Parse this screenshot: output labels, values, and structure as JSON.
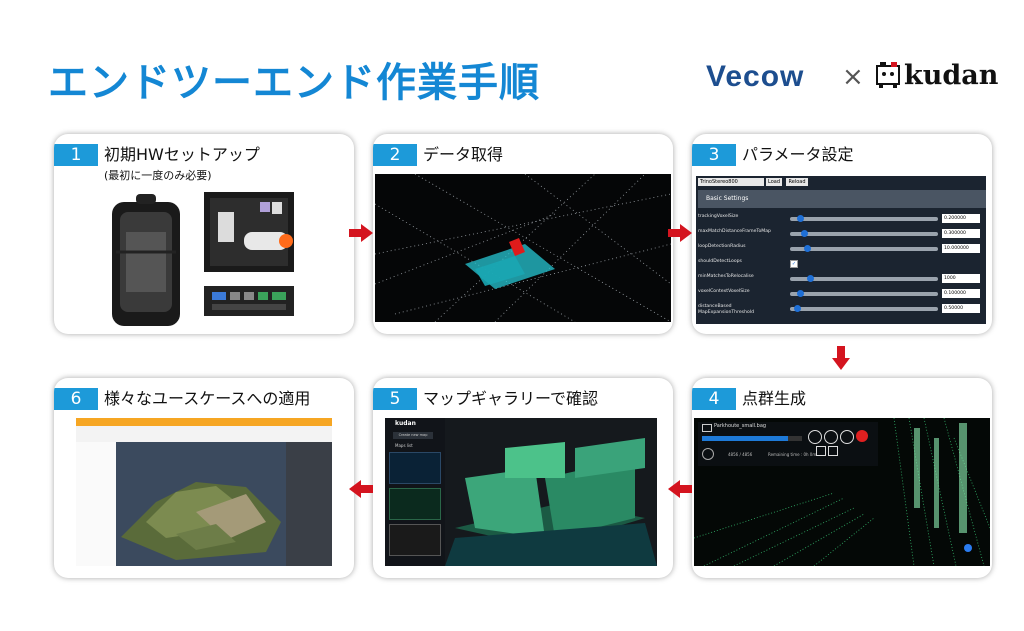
{
  "page": {
    "title": "エンドツーエンド作業手順"
  },
  "logos": {
    "vecow": "Vecow",
    "separator": "×",
    "kudan": "kudan"
  },
  "colors": {
    "title": "#1487d4",
    "badge": "#1d9ad9",
    "arrow": "#d4141f"
  },
  "steps": [
    {
      "number": "1",
      "title": "初期HWセットアップ",
      "subtitle": "(最初に一度のみ必要)"
    },
    {
      "number": "2",
      "title": "データ取得"
    },
    {
      "number": "3",
      "title": "パラメータ設定"
    },
    {
      "number": "4",
      "title": "点群生成"
    },
    {
      "number": "5",
      "title": "マップギャラリーで確認"
    },
    {
      "number": "6",
      "title": "様々なユースケースへの適用"
    }
  ],
  "param_ui": {
    "dropdown": "TrinoStereo800",
    "load": "Load",
    "reload": "Reload",
    "section": "Basic Settings",
    "rows": [
      {
        "label": "trackingVoxelSize",
        "value": "0.200000",
        "slider": 0.05
      },
      {
        "label": "maxMatchDistanceFrameToMap",
        "value": "0.300000",
        "slider": 0.08
      },
      {
        "label": "loopDetectionRadius",
        "value": "10.000000",
        "slider": 0.1
      },
      {
        "label": "shouldDetectLoops",
        "value": "",
        "slider": -1
      },
      {
        "label": "minMatchesToRelocalise",
        "value": "1000",
        "slider": 0.12
      },
      {
        "label": "voxelContextVoxelSize",
        "value": "0.100000",
        "slider": 0.05
      },
      {
        "label": "distanceBased MapExpansionThreshold",
        "value": "0.50000",
        "slider": 0.03
      }
    ]
  },
  "pc_ui": {
    "file": "Parkhoute_small.bag",
    "progress": 0.86,
    "time": "4856 / 4856",
    "remaining": "Remaining time : 0h 0m"
  },
  "gallery_ui": {
    "logo": "kudan",
    "button": "Create new map",
    "heading": "Maps list"
  }
}
